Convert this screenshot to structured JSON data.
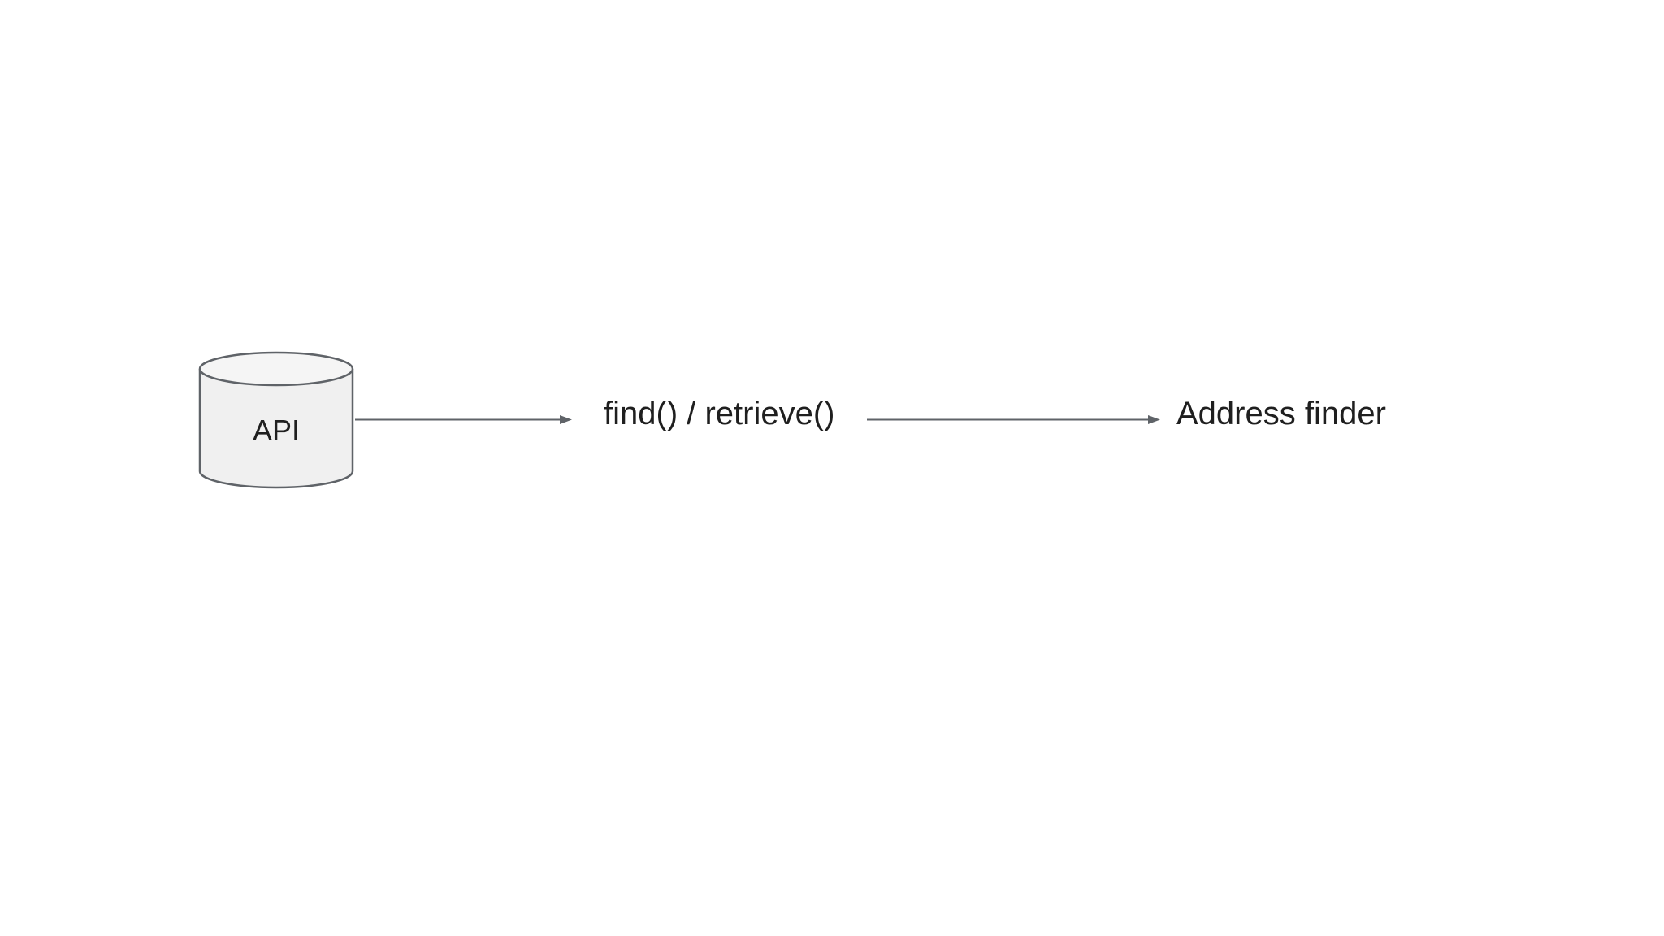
{
  "canvas": {
    "background": "#ffffff"
  },
  "diagram": {
    "api_node": {
      "label": "API",
      "shape": "database-cylinder",
      "body_fill": "#f0f0f0",
      "top_fill": "#f5f5f5",
      "stroke": "#5f6368"
    },
    "method_label": "find() / retrieve()",
    "target_label": "Address finder",
    "arrow_color": "#5f6368",
    "text_color": "#1f1f1f"
  }
}
